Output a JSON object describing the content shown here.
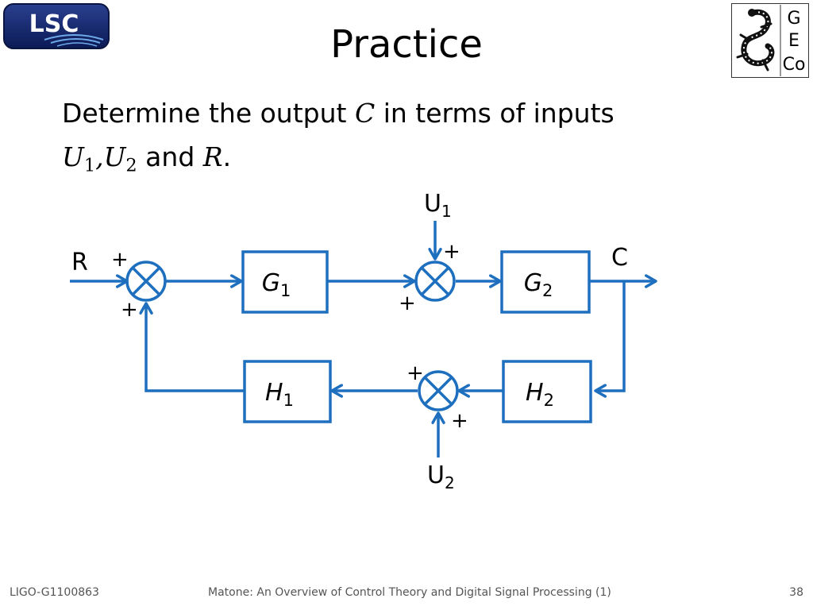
{
  "header": {
    "title": "Practice",
    "lsc_logo_text": "LSC",
    "geco_logo_letters": [
      "G",
      "E",
      "Co"
    ]
  },
  "question": {
    "line1_prefix": "Determine the output ",
    "line1_var": "C",
    "line1_suffix": " in terms of inputs",
    "u1_var": "U",
    "u1_sub": "1",
    "comma": ",",
    "u2_var": "U",
    "u2_sub": "2",
    "and_text": " and ",
    "r_var": "R",
    "period": "."
  },
  "diagram": {
    "color": "#1f6fbf",
    "input_r": "R",
    "output_c": "C",
    "input_u1": "U",
    "input_u1_sub": "1",
    "input_u2": "U",
    "input_u2_sub": "2",
    "sign": "+",
    "blocks": {
      "g1": {
        "letter": "G",
        "sub": "1"
      },
      "g2": {
        "letter": "G",
        "sub": "2"
      },
      "h1": {
        "letter": "H",
        "sub": "1"
      },
      "h2": {
        "letter": "H",
        "sub": "2"
      }
    }
  },
  "footer": {
    "left": "LIGO-G1100863",
    "center": "Matone: An Overview of Control Theory and Digital Signal Processing (1)",
    "right": "38"
  }
}
